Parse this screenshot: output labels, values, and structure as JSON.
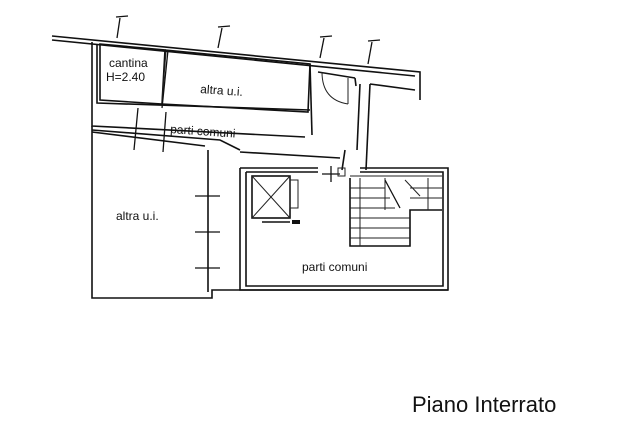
{
  "rooms": {
    "cantina_name": "cantina",
    "cantina_height": "H=2.40",
    "altra_ui_top": "altra u.i.",
    "parti_comuni_corridor": "parti comuni",
    "altra_ui_left": "altra u.i.",
    "parti_comuni_stairwell": "parti comuni"
  },
  "plan_title": "Piano Interrato"
}
